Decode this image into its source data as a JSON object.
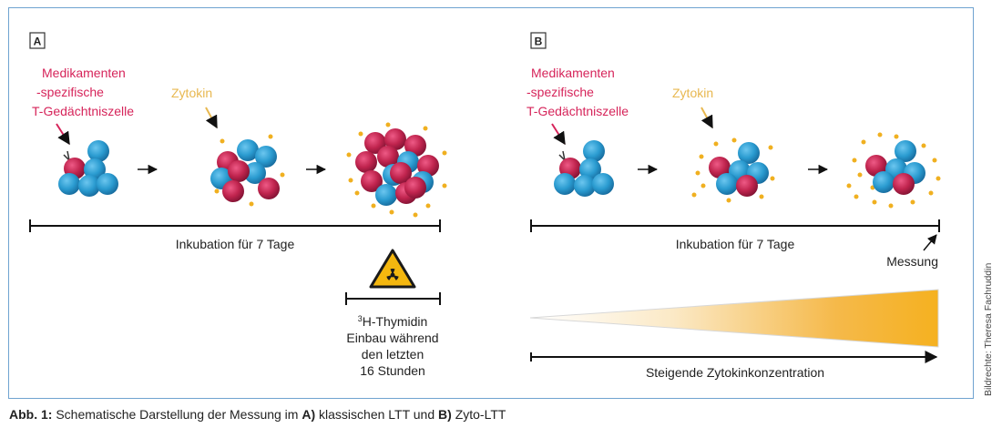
{
  "panel_a": {
    "label": "A",
    "cell_label_1": "Medikamenten",
    "cell_label_2": "-spezifische",
    "cell_label_3": "T-Gedächtniszelle",
    "cytokine_label": "Zytokin",
    "incubation_label": "Inkubation für 7 Tage",
    "thymidin_sup": "3",
    "thymidin_1": "H-Thymidin",
    "thymidin_2": "Einbau während",
    "thymidin_3": "den letzten",
    "thymidin_4": "16 Stunden"
  },
  "panel_b": {
    "label": "B",
    "cell_label_1": "Medikamenten",
    "cell_label_2": "-spezifische",
    "cell_label_3": "T-Gedächtniszelle",
    "cytokine_label": "Zytokin",
    "incubation_label": "Inkubation für 7 Tage",
    "measurement_label": "Messung",
    "concentration_label": "Steigende Zytokinkonzentration"
  },
  "caption": {
    "prefix": "Abb. 1:",
    "text_1": " Schematische Darstellung der Messung im ",
    "a_tag": "A)",
    "text_2": " klassischen LTT und ",
    "b_tag": "B)",
    "text_3": " Zyto-LTT"
  },
  "credit": "Bildrechte: Theresa Fachruddin",
  "colors": {
    "frame_border": "#6fa3d0",
    "cell_label": "#d6245a",
    "cytokine_label": "#e8b850",
    "t_cell_blue": "#2a9bd0",
    "activated_cell_red": "#c0244e",
    "cytokine_dot": "#f0b020",
    "gradient_end": "#f5b120"
  }
}
